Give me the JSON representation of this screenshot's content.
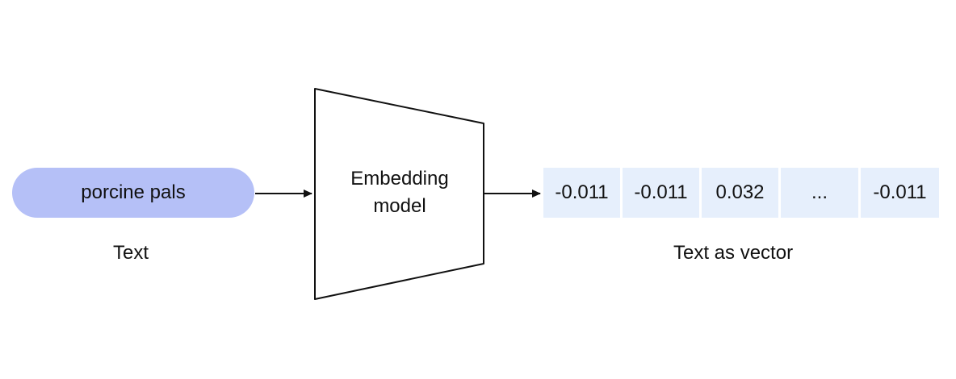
{
  "input": {
    "text": "porcine pals",
    "caption": "Text",
    "fill_color": "#b5c0f7"
  },
  "model": {
    "line1": "Embedding",
    "line2": "model"
  },
  "output": {
    "values": [
      "-0.011",
      "-0.011",
      "0.032",
      "...",
      "-0.011"
    ],
    "caption": "Text as vector",
    "cell_color": "#e6effc"
  },
  "arrow_color": "#111111"
}
